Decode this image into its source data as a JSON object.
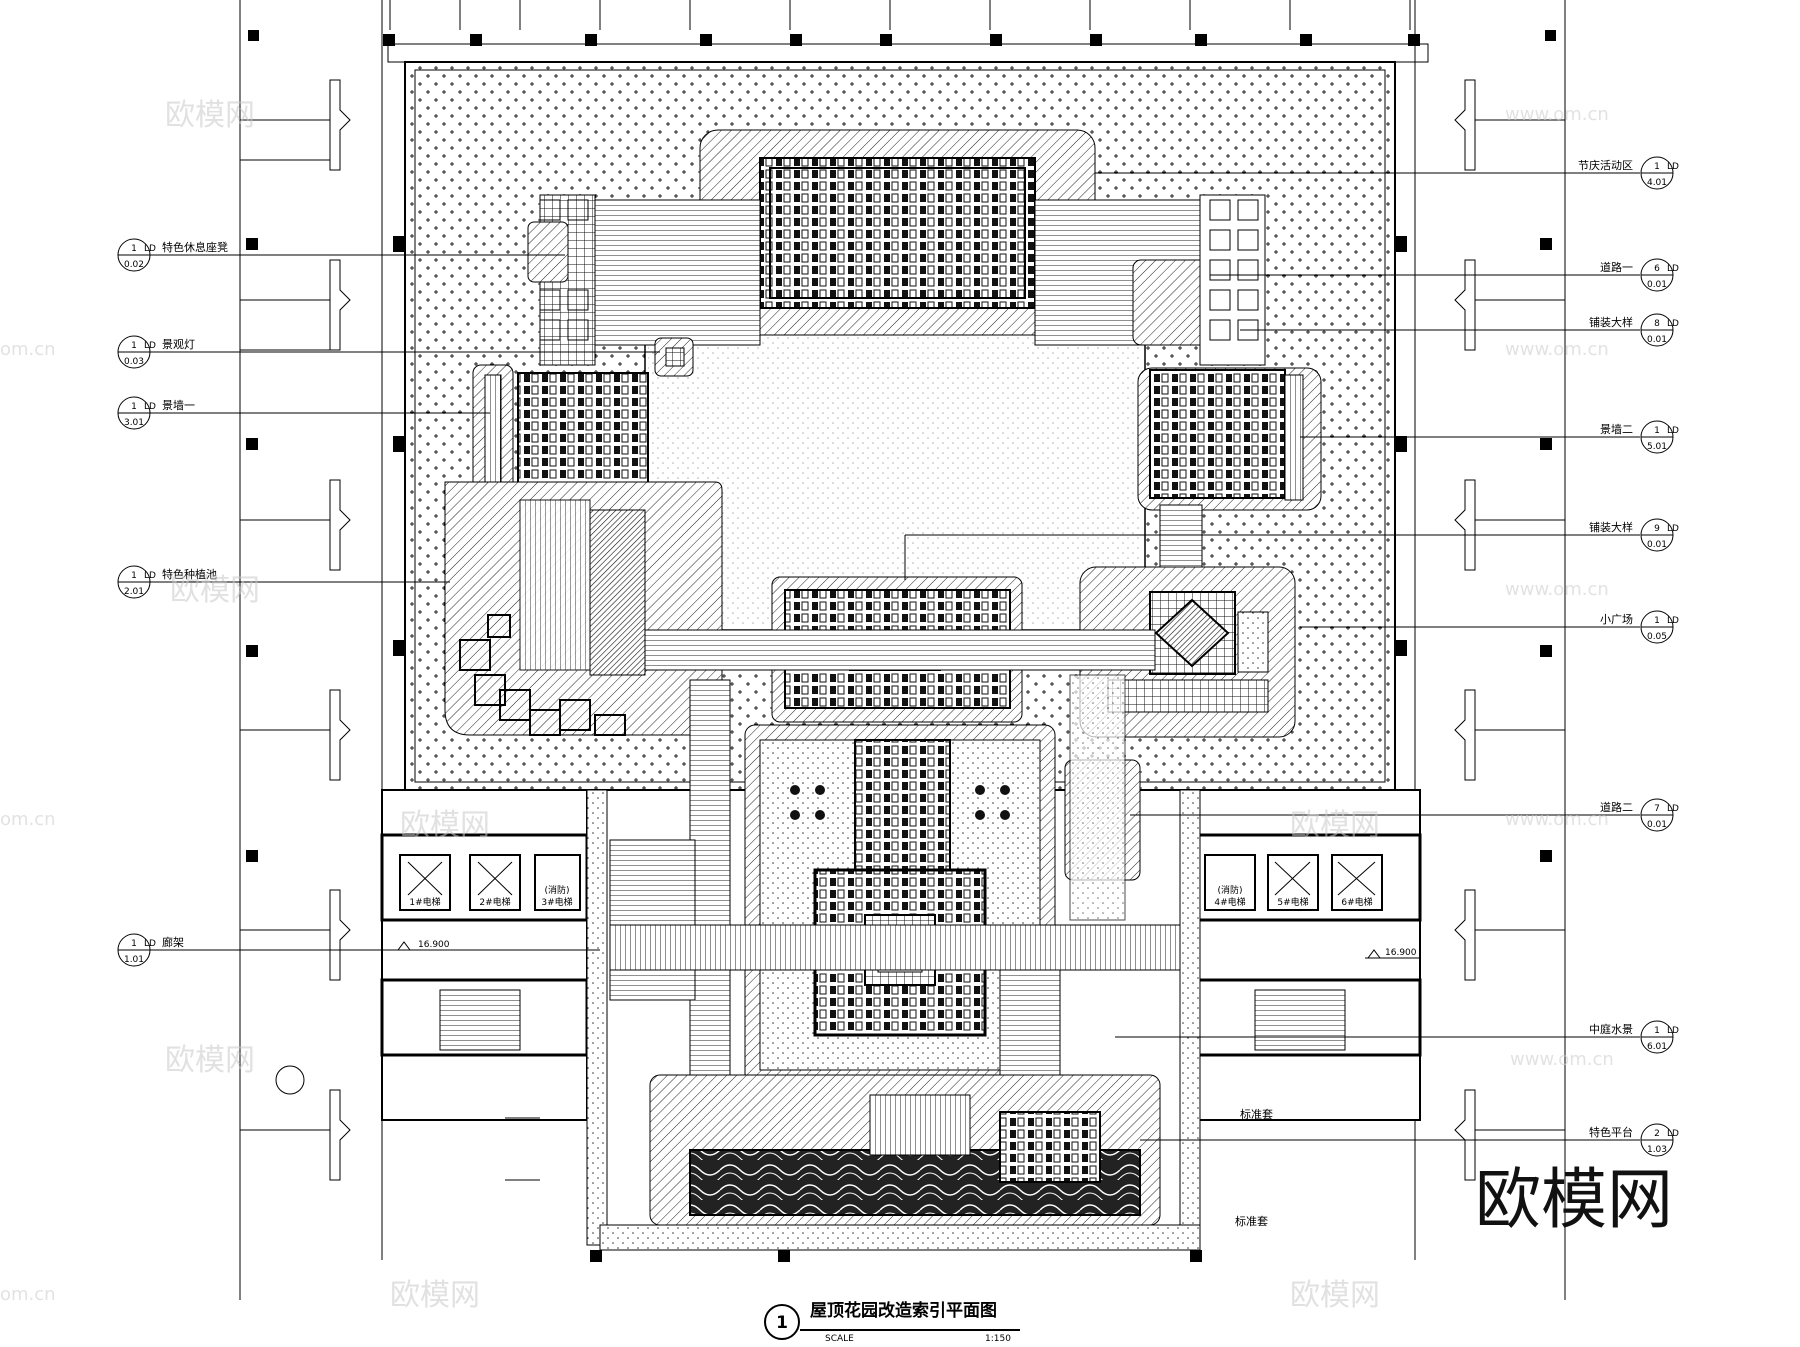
{
  "drawing": {
    "title": "屋顶花园改造索引平面图",
    "number": "1",
    "scale_label": "SCALE",
    "scale_value": "1:150",
    "elevation_left": "16.900",
    "elevation_right": "16.900",
    "room_label_1": "标准套",
    "room_label_2": "标准套",
    "elevator_labels": [
      "1#电梯",
      "2#电梯",
      "(消防)",
      "3#电梯",
      "(消防)",
      "4#电梯",
      "5#电梯",
      "6#电梯"
    ]
  },
  "callouts_left": [
    {
      "name": "特色休息座凳",
      "top": "1",
      "sheet_a": "LD",
      "bottom": "0.02"
    },
    {
      "name": "景观灯",
      "top": "1",
      "sheet_a": "LD",
      "bottom": "0.03"
    },
    {
      "name": "景墙一",
      "top": "1",
      "sheet_a": "LD",
      "bottom": "3.01"
    },
    {
      "name": "特色种植池",
      "top": "1",
      "sheet_a": "LD",
      "bottom": "2.01"
    },
    {
      "name": "廊架",
      "top": "1",
      "sheet_a": "LD",
      "bottom": "1.01"
    }
  ],
  "callouts_right": [
    {
      "name": "节庆活动区",
      "top": "1",
      "sheet_a": "LD",
      "bottom": "4.01"
    },
    {
      "name": "道路一",
      "top": "6",
      "sheet_a": "LD",
      "bottom": "0.01"
    },
    {
      "name": "铺装大样",
      "top": "8",
      "sheet_a": "LD",
      "bottom": "0.01"
    },
    {
      "name": "景墙二",
      "top": "1",
      "sheet_a": "LD",
      "bottom": "5.01"
    },
    {
      "name": "铺装大样",
      "top": "9",
      "sheet_a": "LD",
      "bottom": "0.01"
    },
    {
      "name": "小广场",
      "top": "1",
      "sheet_a": "LD",
      "bottom": "0.05"
    },
    {
      "name": "道路二",
      "top": "7",
      "sheet_a": "LD",
      "bottom": "0.01"
    },
    {
      "name": "中庭水景",
      "top": "1",
      "sheet_a": "LD",
      "bottom": "6.01"
    },
    {
      "name": "特色平台",
      "top": "2",
      "sheet_a": "LD",
      "bottom": "1.03"
    }
  ],
  "watermark": {
    "brand": "欧模网",
    "url": "www.om.cn",
    "url_short": "om.cn"
  }
}
